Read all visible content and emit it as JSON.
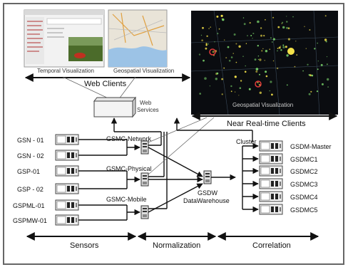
{
  "top": {
    "temporal_caption": "Temporal Visualization",
    "geospatial_caption": "Geospatial Visualization",
    "web_clients": "Web Clients",
    "web_services": [
      "Web",
      "Services"
    ],
    "nearfield_caption": "Geospatial Visualization",
    "near_realtime": "Near Real-time Clients"
  },
  "sensors": [
    "GSN - 01",
    "GSN - 02",
    "GSP-01",
    "GSP - 02",
    "GSPML-01",
    "GSPMW-01"
  ],
  "normalizers": [
    "GSMC-Network",
    "GSMC-Physical",
    "GSMC-Mobile"
  ],
  "warehouse": [
    "GSDW",
    "DataWarehouse"
  ],
  "cluster": {
    "label": "Cluster",
    "nodes": [
      "GSDM-Master",
      "GSDMC1",
      "GSDMC2",
      "GSDMC3",
      "GSDMC4",
      "GSDMC5"
    ]
  },
  "sections": [
    "Sensors",
    "Normalization",
    "Correlation"
  ],
  "colors": {
    "frame": "#555555",
    "night_map": "#0a0c10",
    "dots_a": "#f4e24a",
    "dots_b": "#7ad36a",
    "dots_c": "#e23b3b"
  }
}
